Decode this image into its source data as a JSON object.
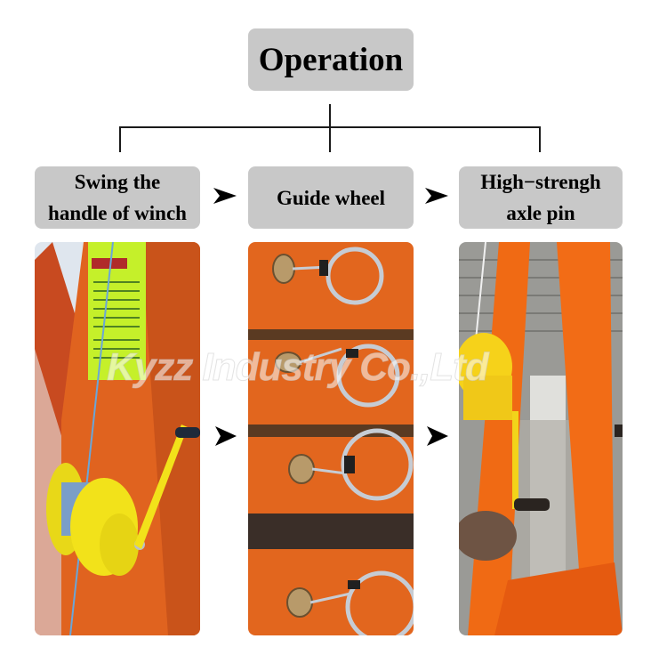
{
  "title": "Operation",
  "steps": [
    {
      "label": "Swing the\nhandle of winch",
      "photo": "manual-winch-handle-on-orange-crane-frame"
    },
    {
      "label": "Guide wheel",
      "photo": "guide-wheels-with-coiled-steel-cables"
    },
    {
      "label": "High−strengh\naxle pin",
      "photo": "hand-turning-winch-crank-on-orange-frame"
    }
  ],
  "arrows": [
    "right-arrow",
    "right-arrow"
  ],
  "watermark": "Kyzz Industry Co.,Ltd",
  "colors": {
    "box_gray": "#c8c8c8",
    "frame_orange": "#e8641e",
    "winch_yellow": "#f2e21a",
    "line": "#1a1a1a"
  }
}
